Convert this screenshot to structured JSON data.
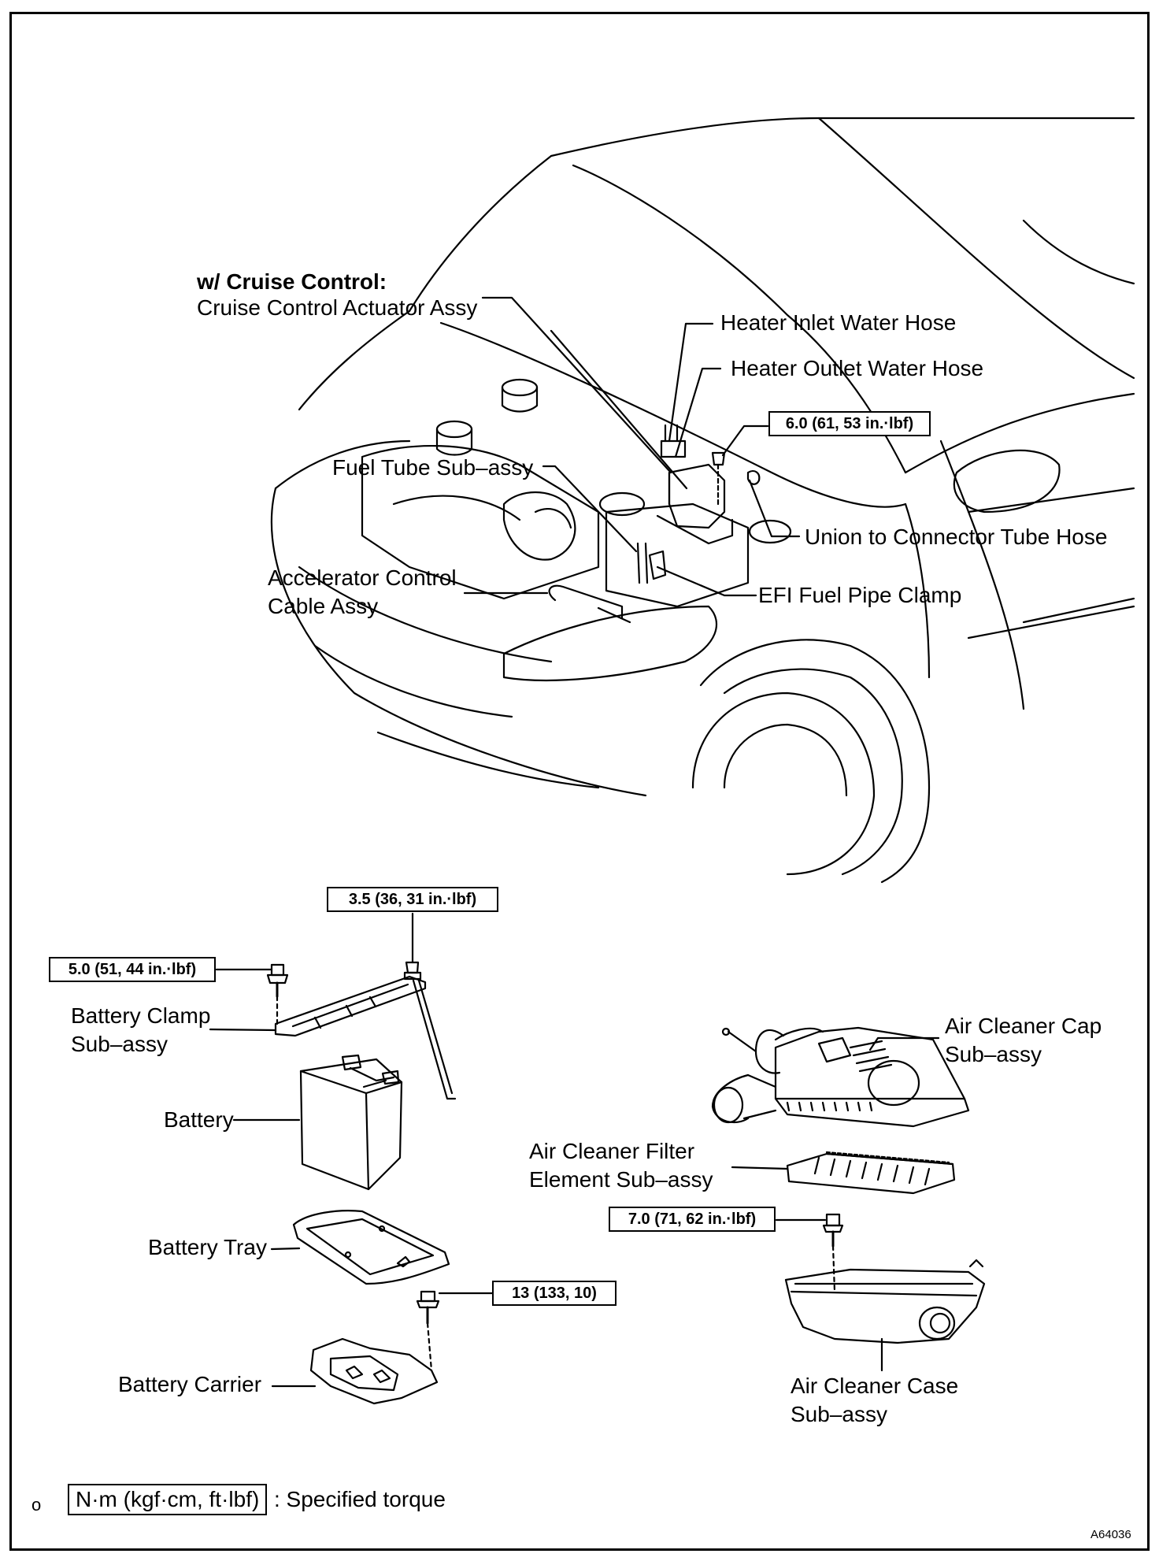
{
  "labels": {
    "cruise_heading": "w/ Cruise Control:",
    "cruise_actuator": "Cruise Control Actuator Assy",
    "heater_inlet": "Heater Inlet Water Hose",
    "heater_outlet": "Heater Outlet Water Hose",
    "fuel_tube": "Fuel Tube Sub–assy",
    "union_hose": "Union to Connector Tube Hose",
    "accel_cable_1": "Accelerator Control",
    "accel_cable_2": "Cable Assy",
    "efi_clamp": "EFI Fuel Pipe Clamp",
    "battery_clamp_1": "Battery Clamp",
    "battery_clamp_2": "Sub–assy",
    "battery": "Battery",
    "battery_tray": "Battery Tray",
    "battery_carrier": "Battery Carrier",
    "air_cap_1": "Air Cleaner Cap",
    "air_cap_2": "Sub–assy",
    "air_filter_1": "Air Cleaner Filter",
    "air_filter_2": "Element Sub–assy",
    "air_case_1": "Air Cleaner Case",
    "air_case_2": "Sub–assy"
  },
  "torques": {
    "t_actuator": "6.0 (61, 53 in.·lbf)",
    "t_clamp_rod": "3.5 (36, 31 in.·lbf)",
    "t_clamp_bolt": "5.0 (51, 44 in.·lbf)",
    "t_air_case": "7.0 (71, 62 in.·lbf)",
    "t_carrier": "13 (133, 10)"
  },
  "legend": {
    "unit_box": "N·m (kgf·cm, ft·lbf)",
    "unit_text": ": Specified torque"
  },
  "corner_mark": "o",
  "figure_id": "A64036"
}
